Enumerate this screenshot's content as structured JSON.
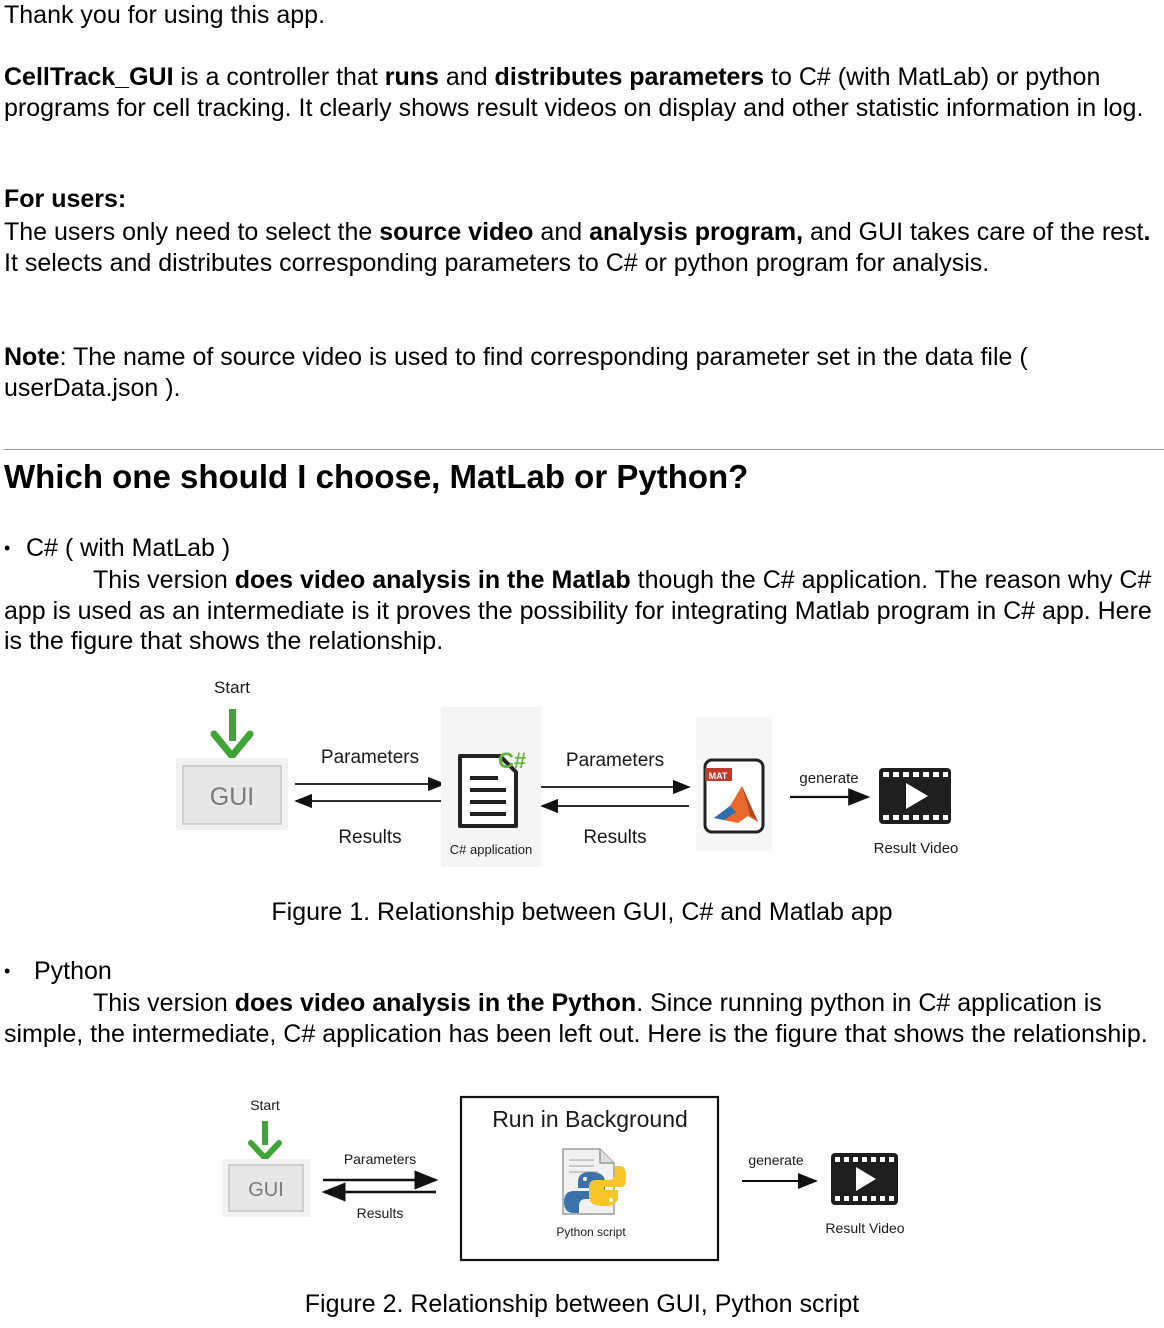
{
  "intro": {
    "thanks": "Thank you for using this app.",
    "app_name": "CellTrack_GUI",
    "desc_1": " is a controller that ",
    "runs": "runs",
    "and": " and ",
    "distributes": "distributes parameters",
    "desc_2": " to C# (with MatLab) or python programs for cell tracking. It clearly shows result videos on display and other statistic information in log."
  },
  "users": {
    "heading": "For users:",
    "text_1": "The users only need to select the ",
    "source_video": "source video",
    "and": " and ",
    "analysis_program": "analysis program,",
    "text_2": " and GUI takes care of the rest",
    "period": ".",
    "text_3": " It selects and distributes corresponding parameters to C# or python program for analysis."
  },
  "note": {
    "label": "Note",
    "text": ": The name of source video is used to find corresponding parameter set in the data file ( userData.json )."
  },
  "section": {
    "heading": "Which one should I choose, MatLab or Python?"
  },
  "csharp": {
    "bullet": "•",
    "title": "C# ( with MatLab )",
    "text_1": "This version ",
    "bold": "does video analysis in the Matlab",
    "text_2": " though the C# application. The reason why C# app is used as an intermediate is it proves the possibility for integrating Matlab program in C# app. Here is the figure that shows the relationship."
  },
  "figure1": {
    "start": "Start",
    "gui": "GUI",
    "params_1": "Parameters",
    "results_1": "Results",
    "csharp_badge": "C#",
    "csharp_app": "C# application",
    "params_2": "Parameters",
    "results_2": "Results",
    "mat_badge": "MAT",
    "generate": "generate",
    "result_video": "Result Video",
    "caption": "Figure 1. Relationship between GUI, C# and Matlab app"
  },
  "python": {
    "bullet": "•",
    "title": "Python",
    "text_1": "This version ",
    "bold": "does video analysis in the Python",
    "text_2": ". Since running python in C# application is simple, the intermediate, C# application has been left out. Here is the figure that shows the relationship."
  },
  "figure2": {
    "start": "Start",
    "gui": "GUI",
    "params": "Parameters",
    "results": "Results",
    "background": "Run in Background",
    "python_script": "Python script",
    "generate": "generate",
    "result_video": "Result Video",
    "caption": "Figure 2. Relationship between GUI, Python script"
  },
  "colors": {
    "green_arrow": "#3fa535",
    "csharp_green": "#62b33a",
    "matlab_orange": "#e8692b",
    "rule_gray": "#9a9a9a"
  }
}
